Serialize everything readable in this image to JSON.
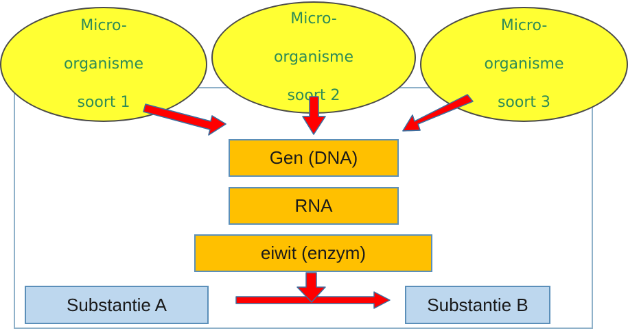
{
  "organisms": [
    {
      "line1": "Micro-",
      "line2": "organisme",
      "line3": "soort 1"
    },
    {
      "line1": "Micro-",
      "line2": "organisme",
      "line3": "soort 2"
    },
    {
      "line1": "Micro-",
      "line2": "organisme",
      "line3": "soort 3"
    }
  ],
  "chain": {
    "gene": "Gen (DNA)",
    "rna": "RNA",
    "protein": "eiwit (enzym)"
  },
  "substances": {
    "a": "Substantie A",
    "b": "Substantie B"
  },
  "colors": {
    "organism_fill": "#ffff33",
    "organism_text": "#2e8b57",
    "chain_fill": "#ffc000",
    "substance_fill": "#bdd7ee",
    "arrow": "#ff0000",
    "arrow_outline": "#3b6fa0",
    "frame": "#8fb1c9"
  }
}
